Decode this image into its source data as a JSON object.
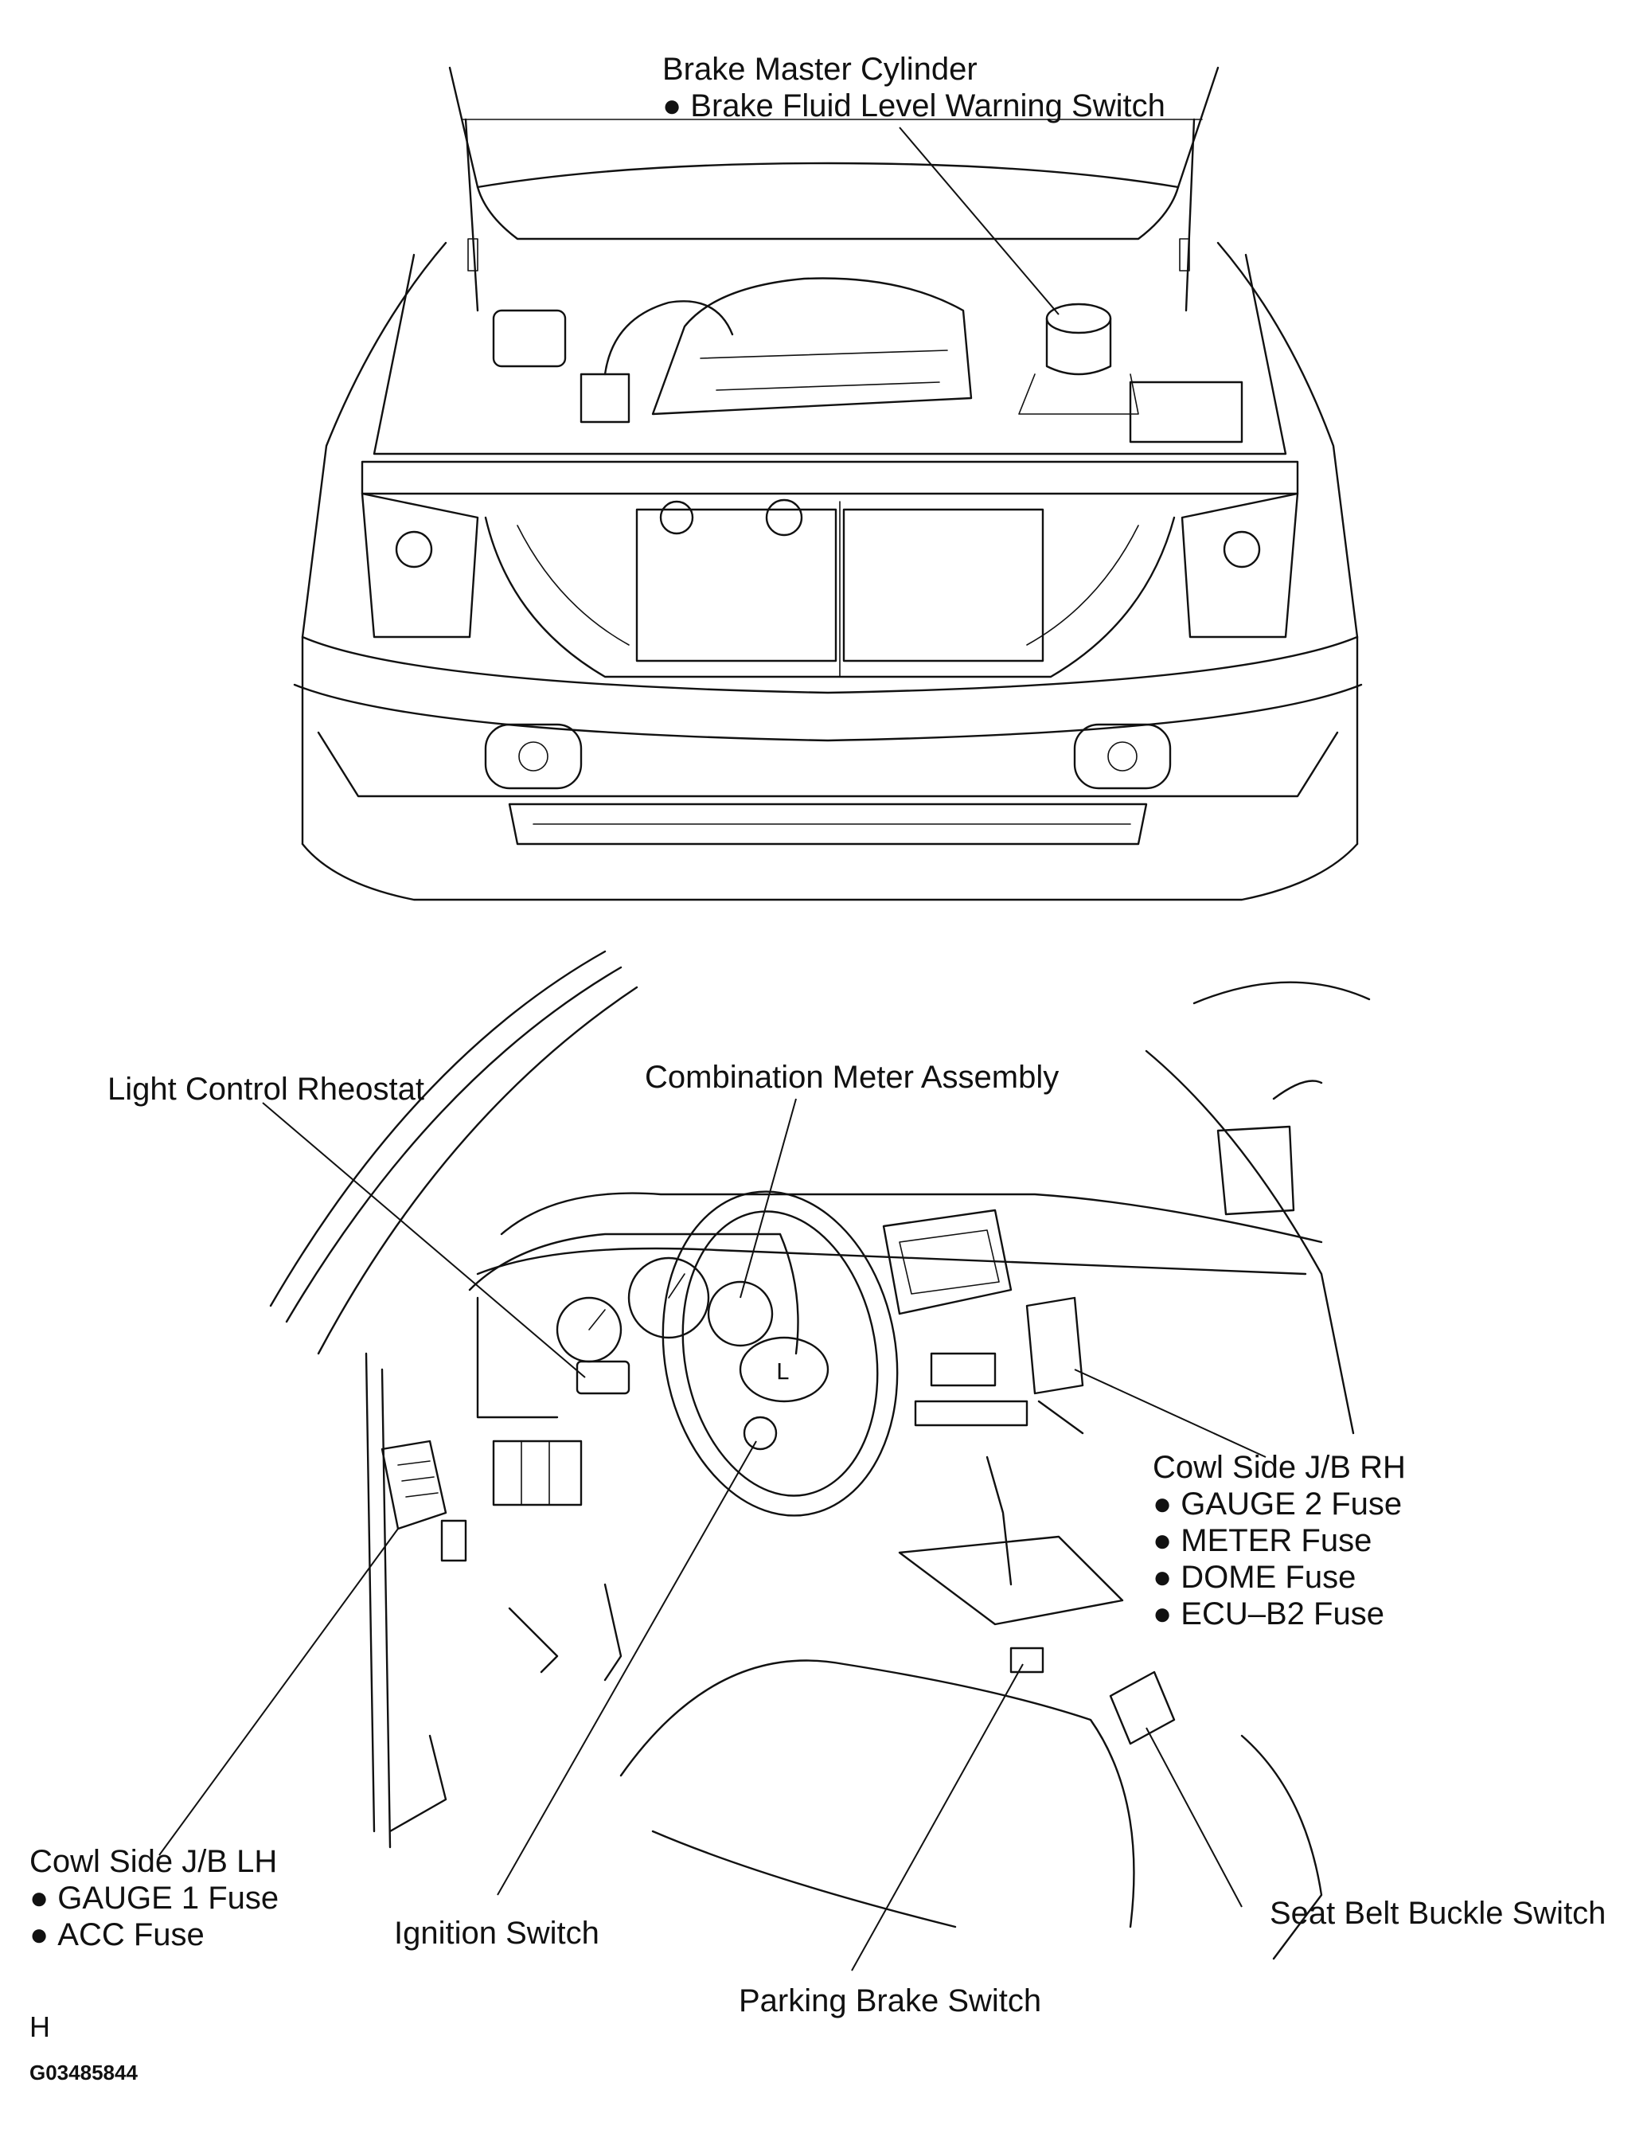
{
  "labels": {
    "brake_master_cylinder": {
      "title": "Brake Master Cylinder",
      "items": [
        "Brake Fluid Level Warning Switch"
      ]
    },
    "light_control_rheostat": {
      "title": "Light Control Rheostat"
    },
    "combination_meter": {
      "title": "Combination Meter Assembly"
    },
    "cowl_side_rh": {
      "title": "Cowl Side J/B RH",
      "items": [
        "GAUGE 2 Fuse",
        "METER Fuse",
        "DOME Fuse",
        "ECU–B2 Fuse"
      ]
    },
    "cowl_side_lh": {
      "title": "Cowl Side J/B LH",
      "items": [
        "GAUGE 1 Fuse",
        "ACC Fuse"
      ]
    },
    "ignition_switch": {
      "title": "Ignition Switch"
    },
    "seat_belt_buckle_switch": {
      "title": "Seat Belt Buckle Switch"
    },
    "parking_brake_switch": {
      "title": "Parking Brake Switch"
    }
  },
  "footer": {
    "letter": "H",
    "code": "G03485844"
  }
}
